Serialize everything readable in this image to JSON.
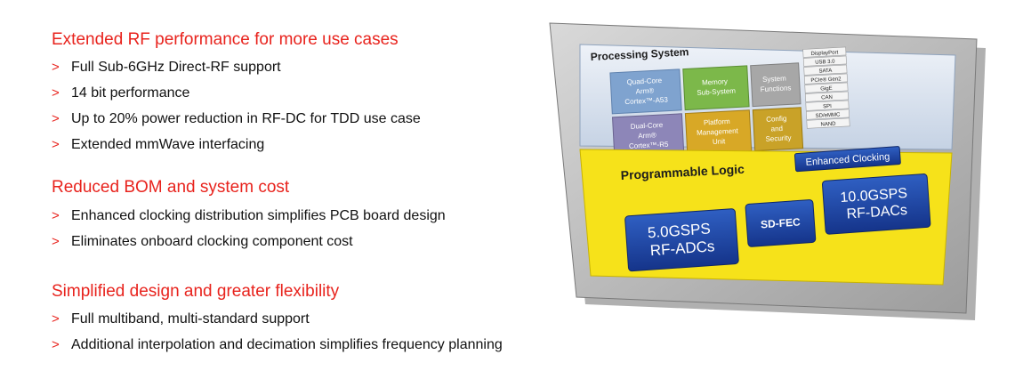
{
  "sections": [
    {
      "title": "Extended RF performance for more use cases",
      "bullets": [
        "Full Sub-6GHz Direct-RF support",
        "14 bit performance",
        "Up to 20% power reduction in RF-DC for TDD use case",
        "Extended mmWave interfacing"
      ]
    },
    {
      "title": "Reduced BOM and system cost",
      "bullets": [
        "Enhanced clocking distribution simplifies PCB board design",
        "Eliminates onboard clocking component cost"
      ]
    },
    {
      "title": "Simplified design and greater flexibility",
      "bullets": [
        "Full multiband, multi-standard support",
        "Additional interpolation and decimation simplifies frequency planning"
      ]
    }
  ],
  "bullet_marker": ">",
  "chip": {
    "ps_title": "Processing System",
    "pl_title": "Programmable Logic",
    "blocks": {
      "a53": [
        "Quad-Core",
        "Arm®",
        "Cortex™-A53"
      ],
      "memory": [
        "Memory",
        "Sub-System"
      ],
      "sysfunc": [
        "System",
        "Functions"
      ],
      "r5": [
        "Dual-Core",
        "Arm®",
        "Cortex™-R5"
      ],
      "pmu": [
        "Platform",
        "Management",
        "Unit"
      ],
      "config": [
        "Config",
        "and",
        "Security"
      ]
    },
    "io": [
      "DisplayPort",
      "USB 3.0",
      "SATA",
      "PCIe® Gen2",
      "GigE",
      "CAN",
      "SPI",
      "SD/eMMC",
      "NAND"
    ],
    "enhanced_clocking": "Enhanced Clocking",
    "adc": [
      "5.0GSPS",
      "RF-ADCs"
    ],
    "sdfec": "SD-FEC",
    "dac": [
      "10.0GSPS",
      "RF-DACs"
    ]
  },
  "colors": {
    "accent_red": "#e8231d",
    "pl_yellow": "#f6e21a",
    "rf_blue": "#1f47a7",
    "a53_blue": "#7fa3cf",
    "memory_green": "#7cb84a",
    "sysfunc_gray": "#a7a7a7",
    "r5_purple": "#8d86b8",
    "pmu_gold": "#d8a826",
    "config_gold": "#c9a228"
  }
}
